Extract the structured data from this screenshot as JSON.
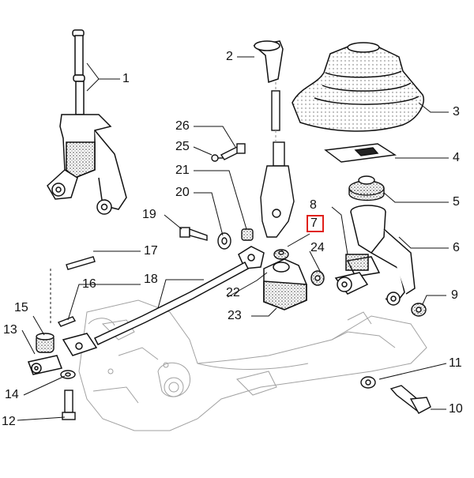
{
  "diagram": {
    "highlighted_part": "7",
    "parts": [
      {
        "id": "p1",
        "label": "1"
      },
      {
        "id": "p2",
        "label": "2"
      },
      {
        "id": "p3",
        "label": "3"
      },
      {
        "id": "p4",
        "label": "4"
      },
      {
        "id": "p5",
        "label": "5"
      },
      {
        "id": "p6",
        "label": "6"
      },
      {
        "id": "p7",
        "label": "7"
      },
      {
        "id": "p8",
        "label": "8"
      },
      {
        "id": "p9",
        "label": "9"
      },
      {
        "id": "p10",
        "label": "10"
      },
      {
        "id": "p11",
        "label": "11"
      },
      {
        "id": "p12",
        "label": "12"
      },
      {
        "id": "p13",
        "label": "13"
      },
      {
        "id": "p14",
        "label": "14"
      },
      {
        "id": "p15",
        "label": "15"
      },
      {
        "id": "p16",
        "label": "16"
      },
      {
        "id": "p17",
        "label": "17"
      },
      {
        "id": "p18",
        "label": "18"
      },
      {
        "id": "p19",
        "label": "19"
      },
      {
        "id": "p20",
        "label": "20"
      },
      {
        "id": "p21",
        "label": "21"
      },
      {
        "id": "p22",
        "label": "22"
      },
      {
        "id": "p23",
        "label": "23"
      },
      {
        "id": "p24",
        "label": "24"
      },
      {
        "id": "p25",
        "label": "25"
      },
      {
        "id": "p26",
        "label": "26"
      }
    ],
    "colors": {
      "line": "#111111",
      "highlight": "#e0201a",
      "stipple": "#555555"
    }
  }
}
